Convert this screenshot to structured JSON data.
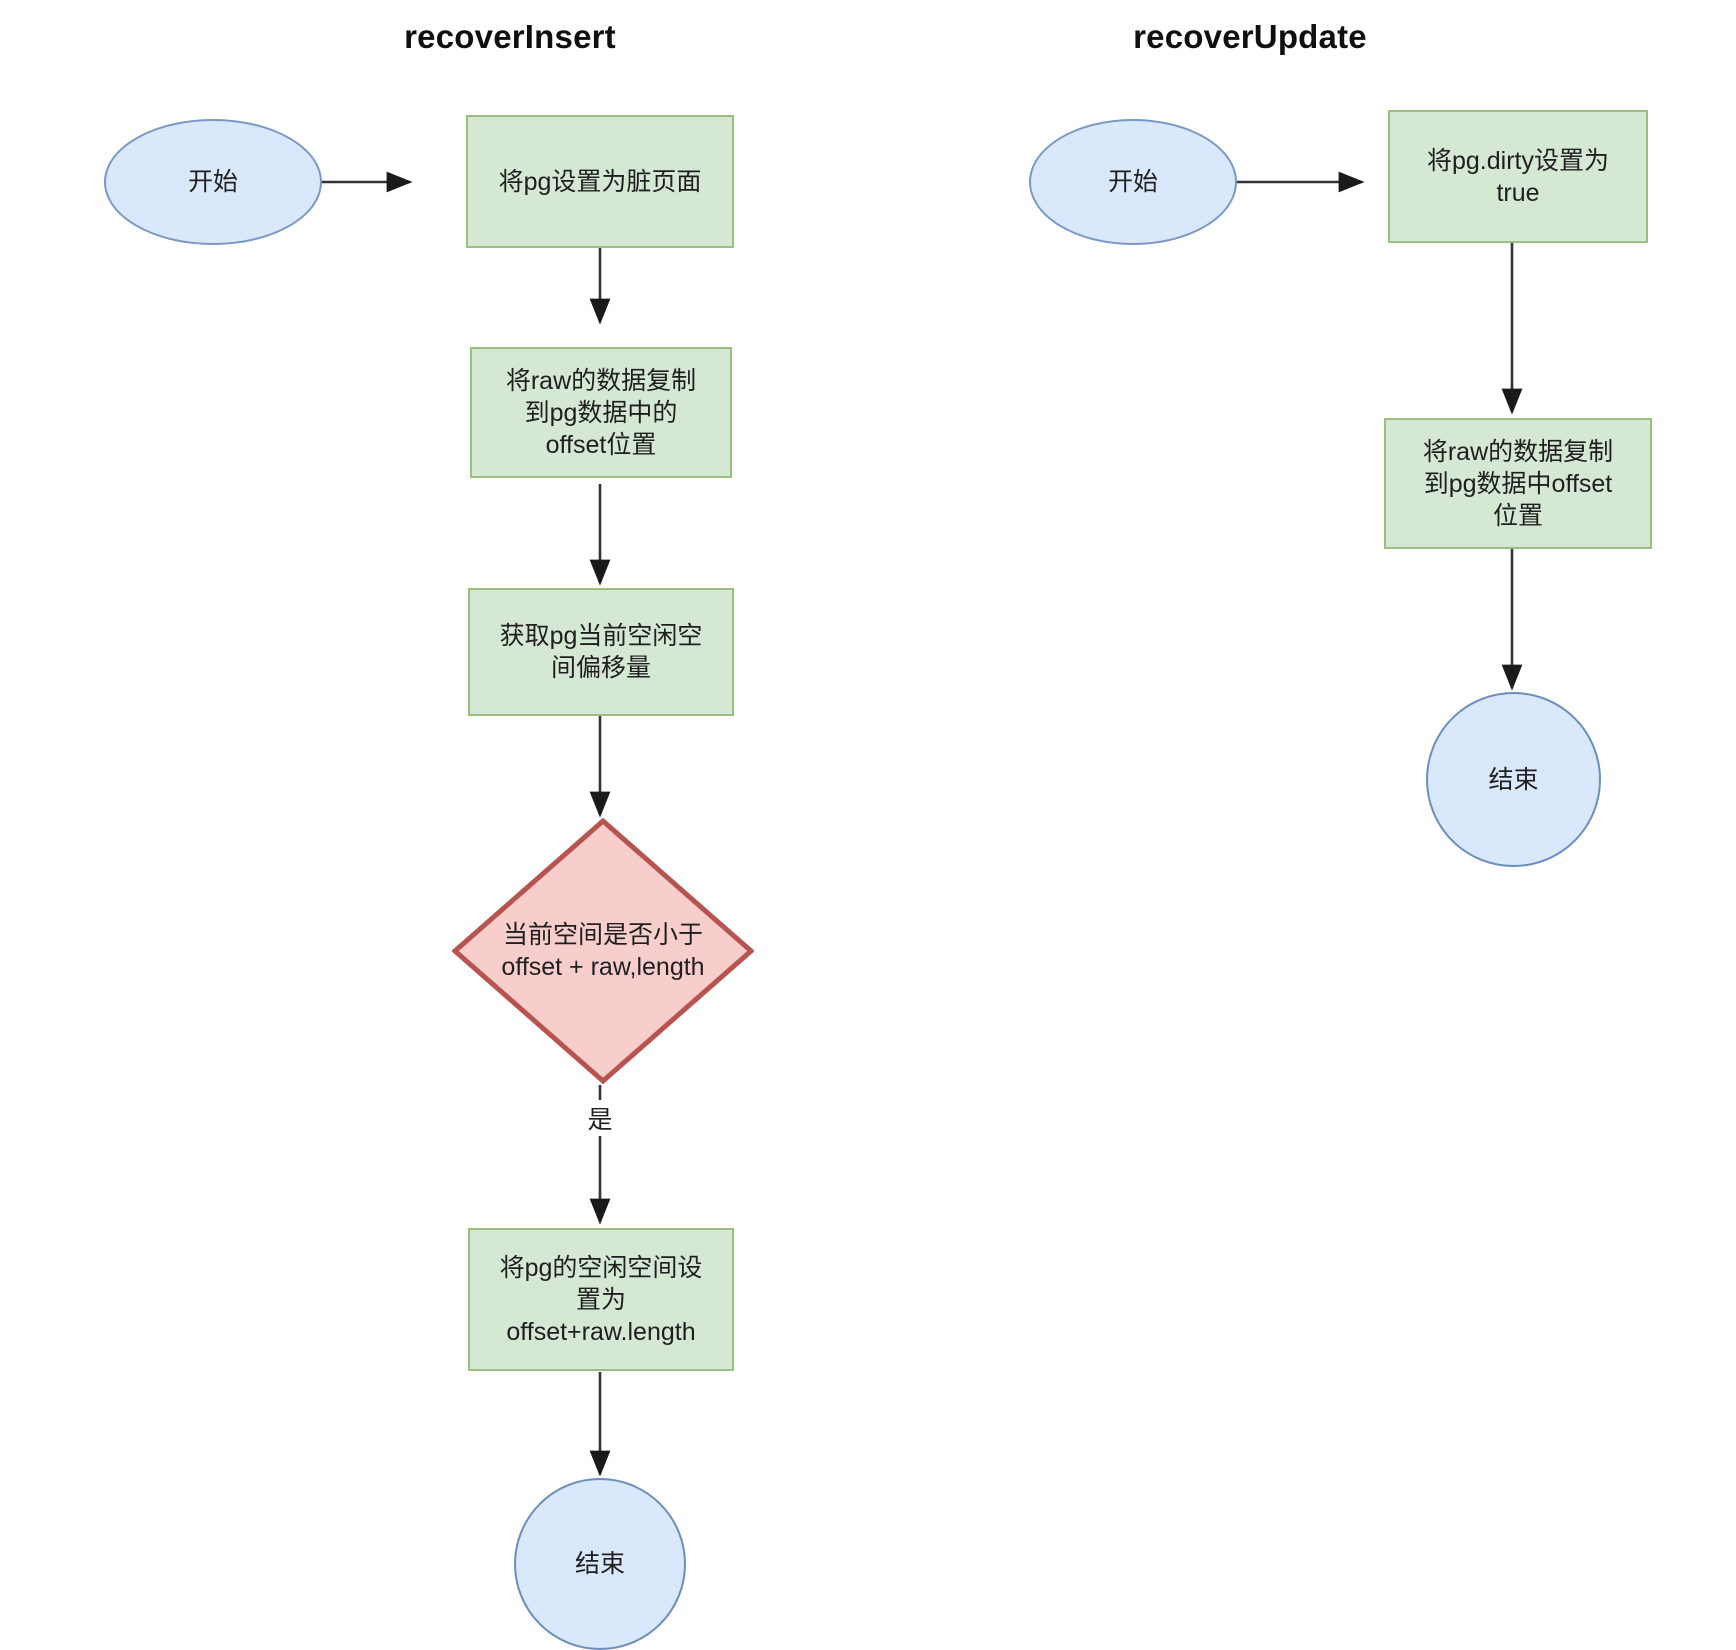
{
  "diagram": {
    "type": "flowchart",
    "background_color": "#ffffff",
    "palette": {
      "terminal_fill": "#dae8fc",
      "terminal_stroke": "#6c8ebf",
      "process_fill": "#d5e8d4",
      "process_stroke": "#82b366",
      "decision_fill": "#f8cecc",
      "decision_stroke": "#b85450",
      "edge_stroke": "#333333",
      "text_color": "#1f1f1f"
    },
    "columns": [
      {
        "id": "recover-insert",
        "title": "recoverInsert",
        "nodes": [
          {
            "id": "ins-start",
            "shape": "ellipse",
            "label": "开始"
          },
          {
            "id": "ins-step1",
            "shape": "process",
            "label": "将pg设置为脏页面"
          },
          {
            "id": "ins-step2",
            "shape": "process",
            "label": "将raw的数据复制\n到pg数据中的\noffset位置"
          },
          {
            "id": "ins-step3",
            "shape": "process",
            "label": "获取pg当前空闲空\n间偏移量"
          },
          {
            "id": "ins-decision",
            "shape": "decision",
            "label": "当前空间是否小于\noffset + raw,length"
          },
          {
            "id": "ins-step4",
            "shape": "process",
            "label": "将pg的空闲空间设\n置为\noffset+raw.length"
          },
          {
            "id": "ins-end",
            "shape": "circle",
            "label": "结束"
          }
        ],
        "edges": [
          {
            "from": "ins-start",
            "to": "ins-step1",
            "label": ""
          },
          {
            "from": "ins-step1",
            "to": "ins-step2",
            "label": ""
          },
          {
            "from": "ins-step2",
            "to": "ins-step3",
            "label": ""
          },
          {
            "from": "ins-step3",
            "to": "ins-decision",
            "label": ""
          },
          {
            "from": "ins-decision",
            "to": "ins-step4",
            "label": "是"
          },
          {
            "from": "ins-step4",
            "to": "ins-end",
            "label": ""
          }
        ]
      },
      {
        "id": "recover-update",
        "title": "recoverUpdate",
        "nodes": [
          {
            "id": "upd-start",
            "shape": "ellipse",
            "label": "开始"
          },
          {
            "id": "upd-step1",
            "shape": "process",
            "label": "将pg.dirty设置为\ntrue"
          },
          {
            "id": "upd-step2",
            "shape": "process",
            "label": "将raw的数据复制\n到pg数据中offset\n位置"
          },
          {
            "id": "upd-end",
            "shape": "circle",
            "label": "结束"
          }
        ],
        "edges": [
          {
            "from": "upd-start",
            "to": "upd-step1",
            "label": ""
          },
          {
            "from": "upd-step1",
            "to": "upd-step2",
            "label": ""
          },
          {
            "from": "upd-step2",
            "to": "upd-end",
            "label": ""
          }
        ]
      }
    ]
  }
}
